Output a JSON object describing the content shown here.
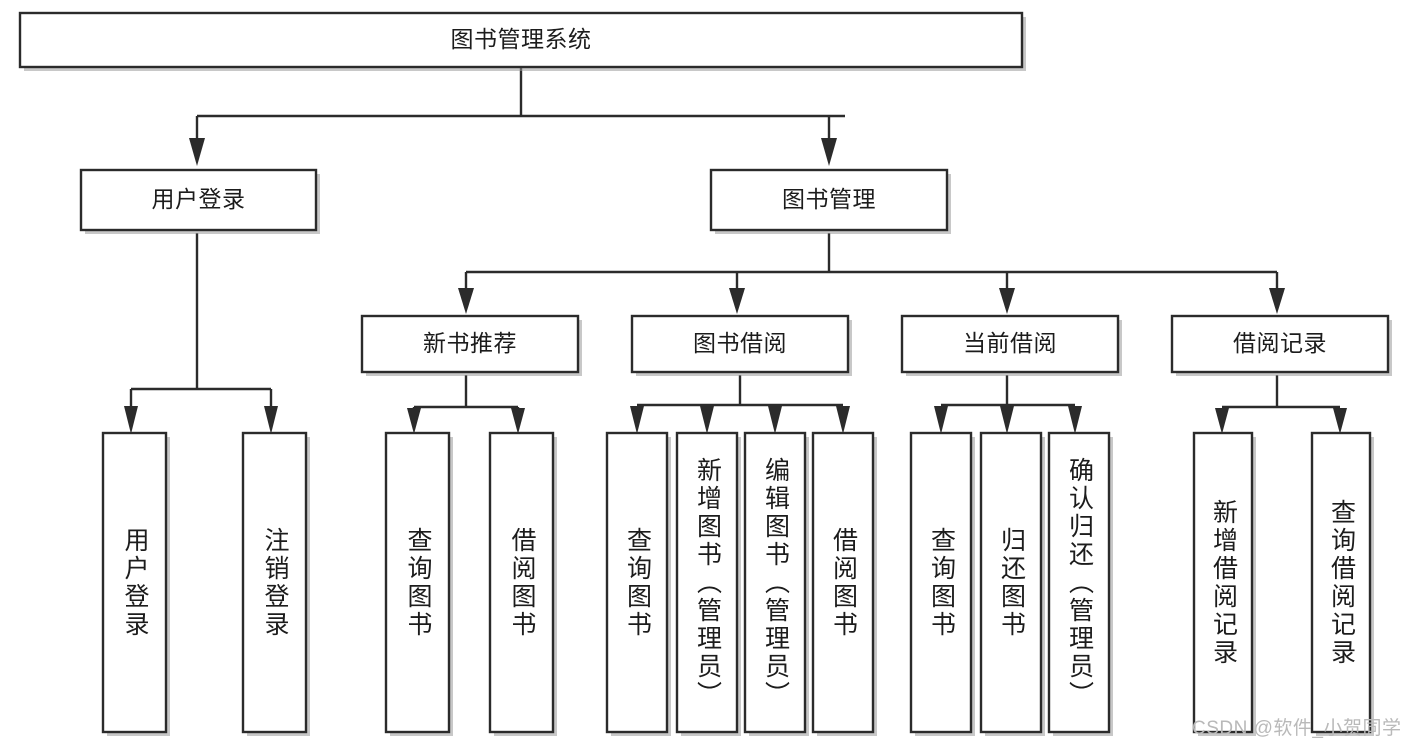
{
  "diagram": {
    "type": "hierarchy-tree",
    "title": "图书管理系统",
    "watermark": "CSDN @软件_小贺同学",
    "levels": {
      "root": {
        "label": "图书管理系统"
      },
      "level2": [
        {
          "id": "user-login",
          "label": "用户登录"
        },
        {
          "id": "book-management",
          "label": "图书管理"
        }
      ],
      "level3": [
        {
          "id": "new-book-recommend",
          "label": "新书推荐",
          "parent": "book-management"
        },
        {
          "id": "book-borrow",
          "label": "图书借阅",
          "parent": "book-management"
        },
        {
          "id": "current-borrow",
          "label": "当前借阅",
          "parent": "book-management"
        },
        {
          "id": "borrow-record",
          "label": "借阅记录",
          "parent": "book-management"
        }
      ],
      "leaves": [
        {
          "id": "leaf-user-login",
          "label": "用户登录",
          "parent": "user-login"
        },
        {
          "id": "leaf-user-logout",
          "label": "注销登录",
          "parent": "user-login"
        },
        {
          "id": "leaf-query-book-1",
          "label": "查询图书",
          "parent": "new-book-recommend"
        },
        {
          "id": "leaf-borrow-book-1",
          "label": "借阅图书",
          "parent": "new-book-recommend"
        },
        {
          "id": "leaf-query-book-2",
          "label": "查询图书",
          "parent": "book-borrow"
        },
        {
          "id": "leaf-add-book",
          "label": "新增图书（管理员）",
          "parent": "book-borrow"
        },
        {
          "id": "leaf-edit-book",
          "label": "编辑图书（管理员）",
          "parent": "book-borrow"
        },
        {
          "id": "leaf-borrow-book-2",
          "label": "借阅图书",
          "parent": "book-borrow"
        },
        {
          "id": "leaf-query-book-3",
          "label": "查询图书",
          "parent": "current-borrow"
        },
        {
          "id": "leaf-return-book",
          "label": "归还图书",
          "parent": "current-borrow"
        },
        {
          "id": "leaf-confirm-return",
          "label": "确认归还（管理员）",
          "parent": "current-borrow"
        },
        {
          "id": "leaf-add-record",
          "label": "新增借阅记录",
          "parent": "borrow-record"
        },
        {
          "id": "leaf-query-record",
          "label": "查询借阅记录",
          "parent": "borrow-record"
        }
      ]
    },
    "colors": {
      "stroke": "#2b2b2b",
      "fill": "#ffffff",
      "text": "#1c1c1c",
      "watermark": "#b9b9b9",
      "background": "#ffffff"
    }
  }
}
